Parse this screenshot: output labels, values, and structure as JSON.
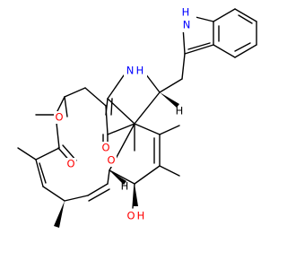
{
  "colors": {
    "background": "#ffffff",
    "bond": "#000000",
    "oxygen": "#ff0000",
    "nitrogen": "#0000ff"
  },
  "labels": {
    "indole_nh": "H",
    "indole_n": "N",
    "lactam_n": "N",
    "lactam_h": "H",
    "ketone_o_top": "O",
    "ketone_o_left": "O",
    "lactam_o": "O",
    "ketone_o_core": "O",
    "hydroxyl_o": "O",
    "hydroxyl_h": "H",
    "stereo_h_top": "H",
    "stereo_h_bottom": "H"
  }
}
